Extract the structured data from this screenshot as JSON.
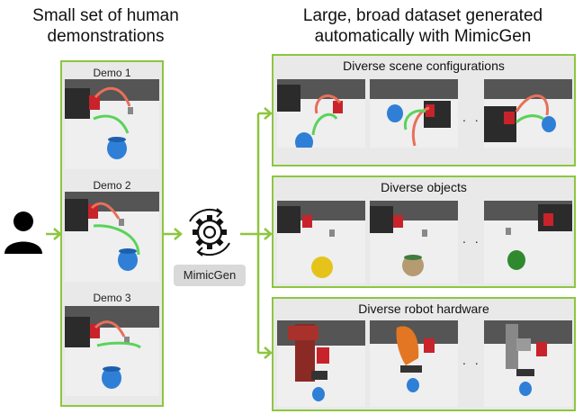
{
  "left_heading": "Small set of human\ndemonstrations",
  "right_heading": "Large, broad dataset generated\nautomatically with MimicGen",
  "demos": [
    {
      "label": "Demo 1"
    },
    {
      "label": "Demo 2"
    },
    {
      "label": "Demo 3"
    }
  ],
  "generator": {
    "label": "MimicGen",
    "icon": "gear-icon"
  },
  "panels": [
    {
      "title": "Diverse scene configurations",
      "ellipsis": ". . ."
    },
    {
      "title": "Diverse objects",
      "ellipsis": ". . ."
    },
    {
      "title": "Diverse robot hardware",
      "ellipsis": ". . ."
    }
  ],
  "colors": {
    "accent_green": "#8dc63f",
    "trajectory_red": "#e8705a",
    "trajectory_green": "#5ad35a",
    "mug_blue": "#2f7fd6"
  }
}
